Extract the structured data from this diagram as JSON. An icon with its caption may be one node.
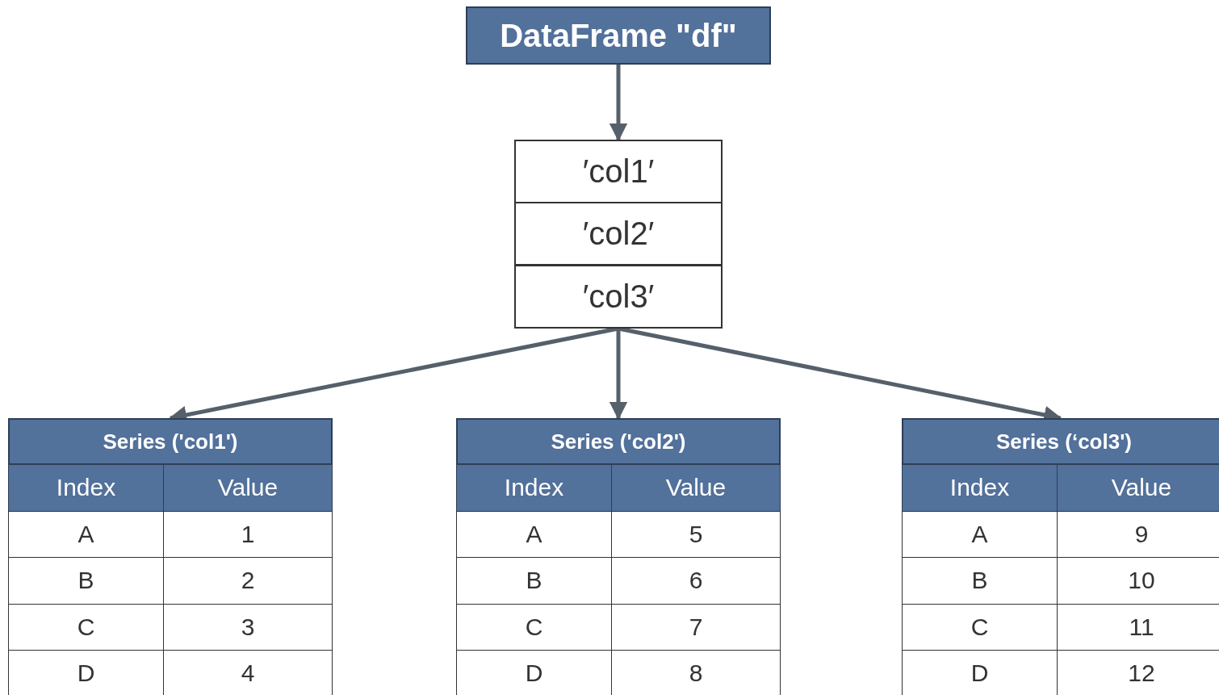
{
  "diagram": {
    "nodes": [
      {
        "text": [
          "DataFrame \"df\""
        ]
      },
      {
        "text": [
          "′col1′"
        ]
      },
      {
        "text": [
          "′col2′"
        ]
      },
      {
        "text": [
          "′col3′"
        ]
      },
      {
        "text": [
          "Series ('col1')"
        ]
      },
      {
        "text": [
          "Series ('col2')"
        ]
      },
      {
        "text": [
          "Series (‘col3')"
        ]
      }
    ],
    "edges": [
      {
        "from": 0,
        "to": 1,
        "arrow": "to"
      },
      {
        "from": 3,
        "to": 4,
        "arrow": "to"
      },
      {
        "from": 3,
        "to": 5,
        "arrow": "to"
      },
      {
        "from": 3,
        "to": 6,
        "arrow": "to"
      }
    ],
    "labels": [
      "Index",
      "Value",
      "A",
      "1",
      "B",
      "2",
      "C",
      "3",
      "D",
      "4",
      "Index",
      "Value",
      "A",
      "5",
      "B",
      "6",
      "C",
      "7",
      "D",
      "8",
      "Index",
      "Value",
      "A",
      "9",
      "B",
      "10",
      "C",
      "11",
      "D",
      "12"
    ]
  }
}
